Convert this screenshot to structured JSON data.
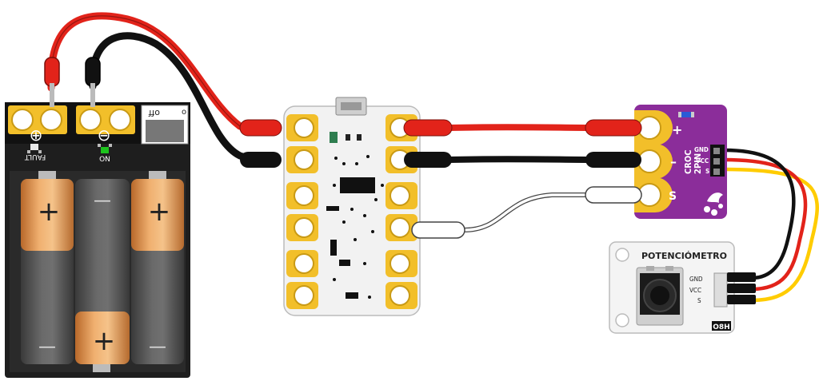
{
  "battery": {
    "plus_symbol": "⊕",
    "minus_symbol": "⊖",
    "off_label": "off",
    "o_label": "o",
    "fault_label": "FAULT",
    "on_label": "ON",
    "cell_plus": "+",
    "cell_minus": "—"
  },
  "croc2pin": {
    "plus": "+",
    "minus": "–",
    "s": "S",
    "title_line1": "CROC",
    "title_line2": "2PIN",
    "pin_gnd": "GND",
    "pin_vcc": "VCC",
    "pin_s": "S"
  },
  "potentiometer": {
    "title": "POTENCIÓMETRO",
    "pin_gnd": "GND",
    "pin_vcc": "VCC",
    "pin_s": "S",
    "badge": "O8H"
  },
  "colors": {
    "red_wire": "#e2231a",
    "black_wire": "#111111",
    "yellow_wire": "#ffcc00",
    "pad_gold": "#f2bf2a",
    "module_purple": "#8b2d9a",
    "battery_body": "#1e1e1e",
    "cell_orange": "#e09a52"
  }
}
